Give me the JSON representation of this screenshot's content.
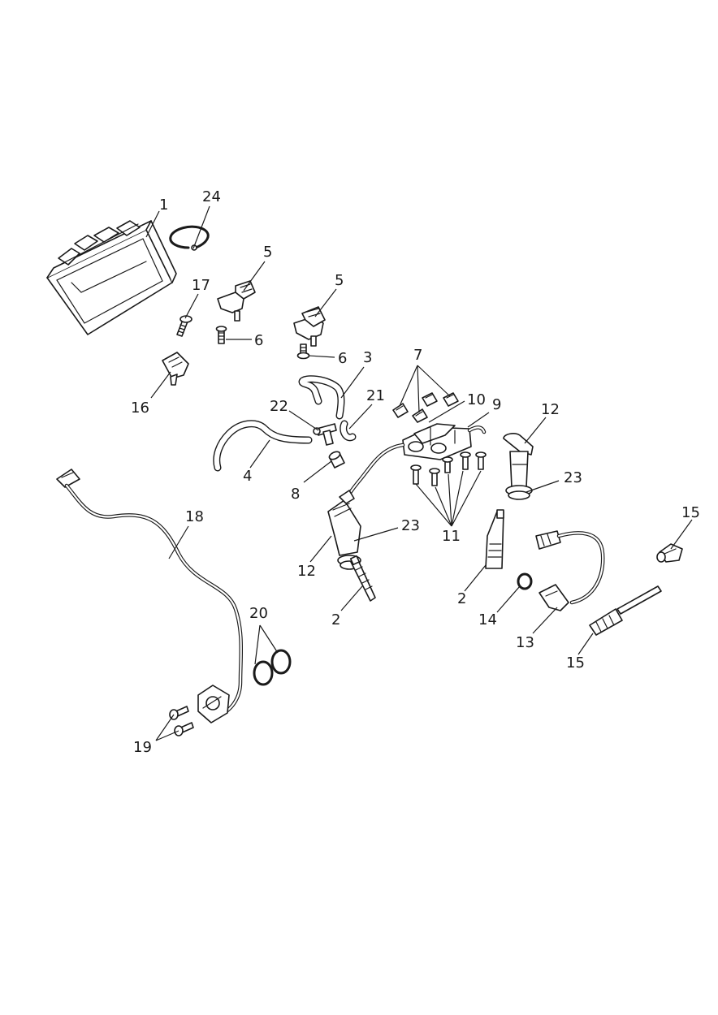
{
  "callouts": [
    {
      "id": "c1",
      "label": "1"
    },
    {
      "id": "c24",
      "label": "24"
    },
    {
      "id": "c5a",
      "label": "5"
    },
    {
      "id": "c5b",
      "label": "5"
    },
    {
      "id": "c17",
      "label": "17"
    },
    {
      "id": "c6a",
      "label": "6"
    },
    {
      "id": "c6b",
      "label": "6"
    },
    {
      "id": "c3",
      "label": "3"
    },
    {
      "id": "c7",
      "label": "7"
    },
    {
      "id": "c16",
      "label": "16"
    },
    {
      "id": "c22",
      "label": "22"
    },
    {
      "id": "c21",
      "label": "21"
    },
    {
      "id": "c10",
      "label": "10"
    },
    {
      "id": "c9",
      "label": "9"
    },
    {
      "id": "c12a",
      "label": "12"
    },
    {
      "id": "c4",
      "label": "4"
    },
    {
      "id": "c8",
      "label": "8"
    },
    {
      "id": "c23a",
      "label": "23"
    },
    {
      "id": "c15a",
      "label": "15"
    },
    {
      "id": "c18",
      "label": "18"
    },
    {
      "id": "c23b",
      "label": "23"
    },
    {
      "id": "c11",
      "label": "11"
    },
    {
      "id": "c12b",
      "label": "12"
    },
    {
      "id": "c2a",
      "label": "2"
    },
    {
      "id": "c2b",
      "label": "2"
    },
    {
      "id": "c14",
      "label": "14"
    },
    {
      "id": "c20",
      "label": "20"
    },
    {
      "id": "c13",
      "label": "13"
    },
    {
      "id": "c15b",
      "label": "15"
    },
    {
      "id": "c19",
      "label": "19"
    }
  ]
}
